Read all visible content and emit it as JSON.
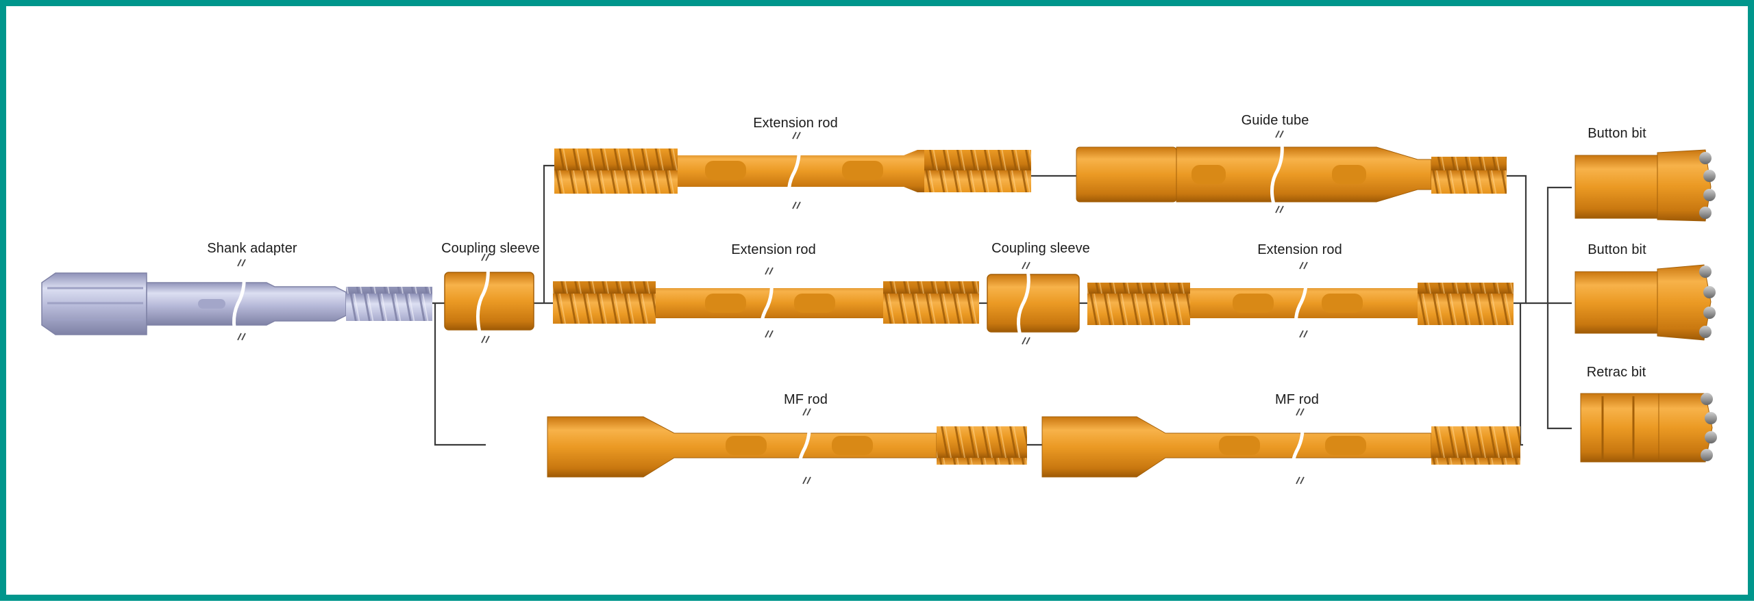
{
  "colors": {
    "border": "#00968c",
    "orange": "#e8951e",
    "steel": "#b4b6d6",
    "line": "#3a3a3a"
  },
  "labels": {
    "shank_adapter": "Shank adapter",
    "coupling_sleeve_1": "Coupling sleeve",
    "coupling_sleeve_2": "Coupling sleeve",
    "extension_rod_top": "Extension rod",
    "extension_rod_mid_1": "Extension rod",
    "extension_rod_mid_2": "Extension rod",
    "guide_tube": "Guide tube",
    "mf_rod_1": "MF rod",
    "mf_rod_2": "MF rod",
    "button_bit_1": "Button bit",
    "button_bit_2": "Button bit",
    "retrac_bit": "Retrac bit"
  }
}
